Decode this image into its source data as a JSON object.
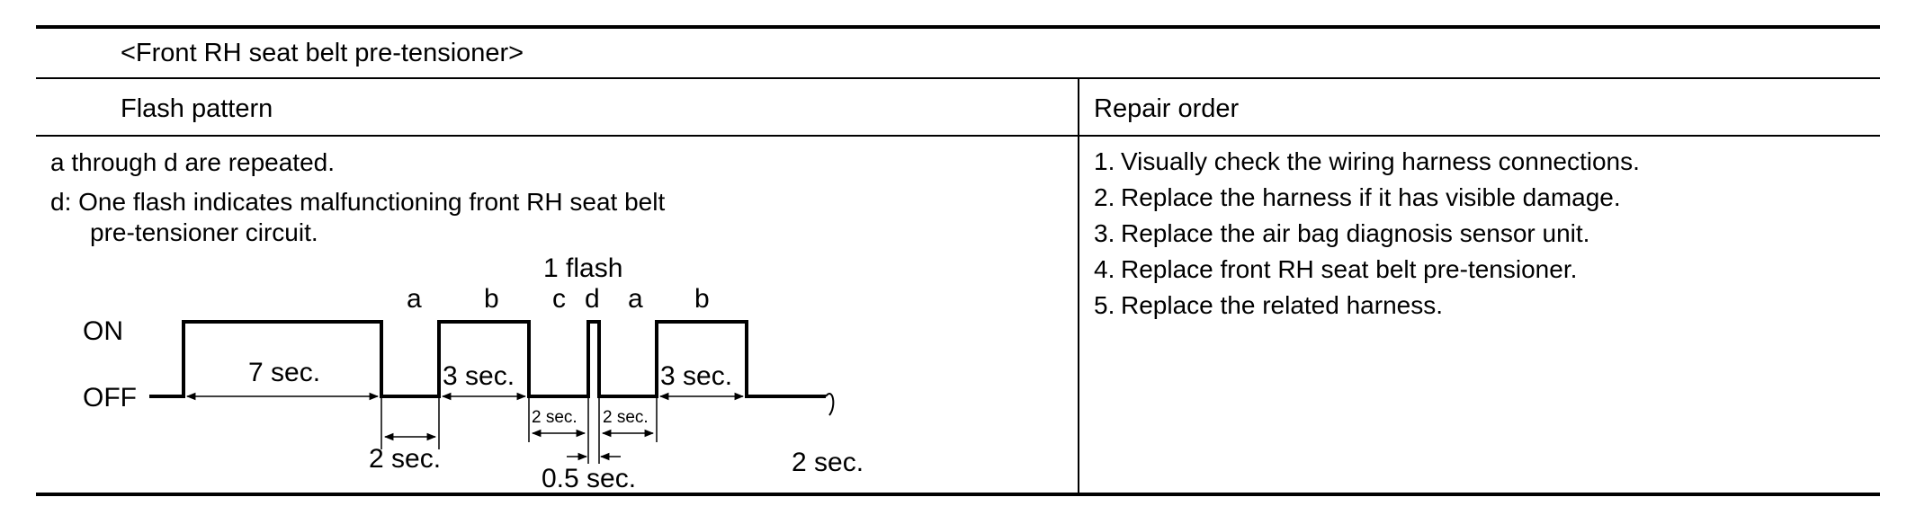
{
  "section_title": "<Front RH seat belt pre-tensioner>",
  "columns": {
    "flash_pattern": "Flash pattern",
    "repair_order": "Repair order"
  },
  "flash_pattern": {
    "line1": "a through d are repeated.",
    "line2": "d:  One flash indicates malfunctioning front RH seat belt",
    "line3": "pre-tensioner circuit.",
    "diagram": {
      "flash_label": "1 flash",
      "on_label": "ON",
      "off_label": "OFF",
      "letters": {
        "a1": "a",
        "b1": "b",
        "c": "c",
        "d": "d",
        "a2": "a",
        "b2": "b"
      },
      "durations": {
        "seven": "7 sec.",
        "three1": "3 sec.",
        "three2": "3 sec.",
        "two_a": "2 sec.",
        "two_c": "2 sec.",
        "two_after": "2 sec.",
        "half": "0.5 sec.",
        "two_tail": "2 sec."
      }
    }
  },
  "repair_order": [
    {
      "num": "1.",
      "text": "Visually check the wiring harness connections."
    },
    {
      "num": "2.",
      "text": "Replace the harness if it has visible damage."
    },
    {
      "num": "3.",
      "text": "Replace the air bag diagnosis sensor unit."
    },
    {
      "num": "4.",
      "text": "Replace front RH seat belt pre-tensioner."
    },
    {
      "num": "5.",
      "text": "Replace the related harness."
    }
  ]
}
